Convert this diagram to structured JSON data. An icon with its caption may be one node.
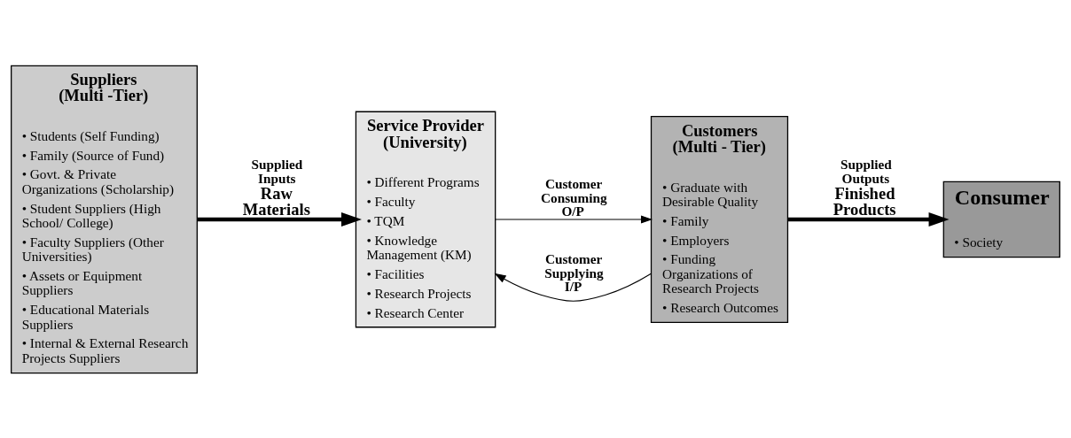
{
  "diagram": {
    "nodes": [
      {
        "text": [
          "Suppliers (Multi -Tier)",
          "• Students (Self Funding)",
          "• Family (Source of Fund)",
          "• Govt. & Private Organizations (Scholarship)",
          "• Student Suppliers (High School/ College)",
          "• Faculty Suppliers (Other Universities)",
          "• Assets or Equipment Suppliers",
          "• Educational Materials Suppliers",
          "• Internal & External Research Projects Suppliers"
        ]
      },
      {
        "text": [
          "Service Provider (University)",
          "• Different Programs",
          "• Faculty",
          "• TQM",
          "• Knowledge Management (KM)",
          "• Facilities",
          "• Research Projects",
          "• Research Center"
        ]
      },
      {
        "text": [
          "Customers (Multi - Tier)",
          "• Graduate with Desirable Quality",
          "• Family",
          "• Employers",
          "• Funding Organizations of Research Projects",
          "• Research Outcomes"
        ]
      },
      {
        "text": [
          "Consumer",
          "• Society"
        ]
      }
    ],
    "edges": [
      {
        "from": 0,
        "to": 1,
        "arrow": "to",
        "label": "Supplied Inputs",
        "style": "thick"
      },
      {
        "from": 2,
        "to": 1,
        "arrow": "to",
        "label": "Customer Supplying I/P"
      },
      {
        "from": 1,
        "to": 2,
        "arrow": "to",
        "label": "Customer Consuming O/P"
      },
      {
        "from": 2,
        "to": 3,
        "arrow": "to",
        "label": "Supplied Outputs",
        "style": "thick"
      }
    ],
    "labels": [
      "Raw Materials",
      "Finished Products"
    ]
  }
}
